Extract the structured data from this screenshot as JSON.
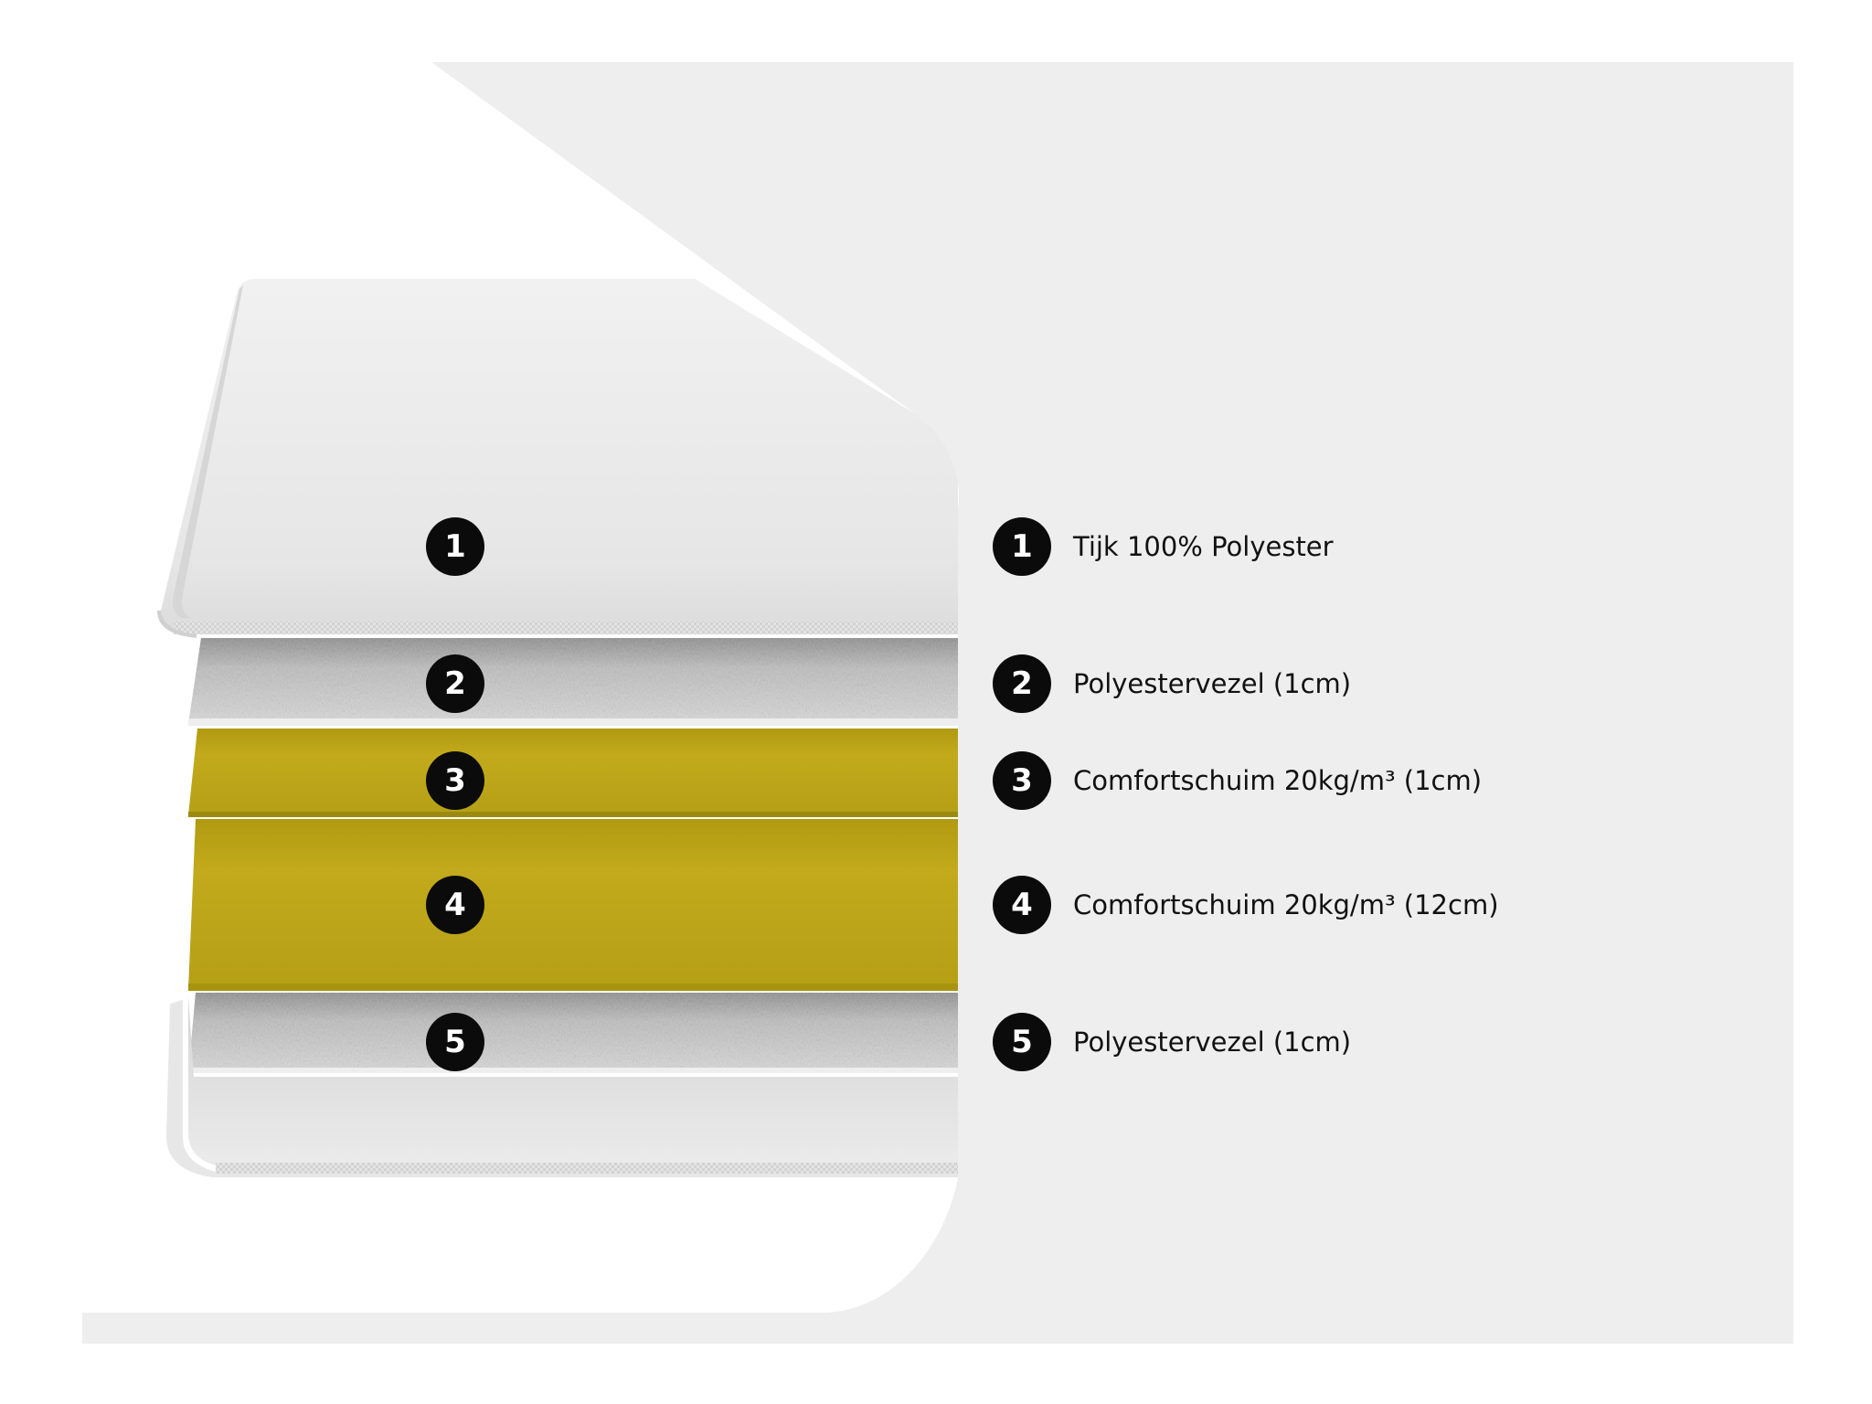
{
  "layers": [
    {
      "number": "1",
      "label": "Tijk 100% Polyester"
    },
    {
      "number": "2",
      "label": "Polyestervezel (1cm)"
    },
    {
      "number": "3",
      "label": "Comfortschuim 20kg/m³ (1cm)"
    },
    {
      "number": "4",
      "label": "Comfortschuim 20kg/m³ (12cm)"
    },
    {
      "number": "5",
      "label": "Polyestervezel (1cm)"
    }
  ],
  "colors": {
    "background_panel": "#efeeef",
    "cover": "#ececec",
    "fiber": "#c8c8c8",
    "foam_top": "#c2aa1a",
    "foam_body": "#b8a218",
    "badge": "#0b0b0b"
  }
}
